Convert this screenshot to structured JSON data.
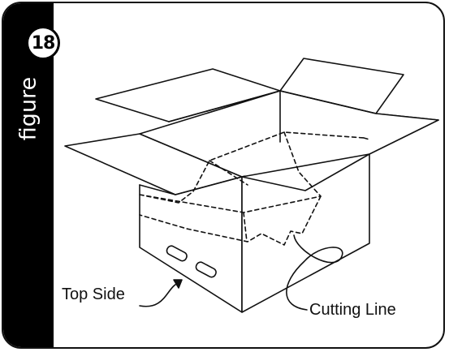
{
  "figure": {
    "word": "figure",
    "number": "18"
  },
  "labels": {
    "top_side": "Top Side",
    "cutting_line": "Cutting Line"
  },
  "colors": {
    "sidebar": "#000000",
    "line": "#111111",
    "background": "#ffffff"
  }
}
